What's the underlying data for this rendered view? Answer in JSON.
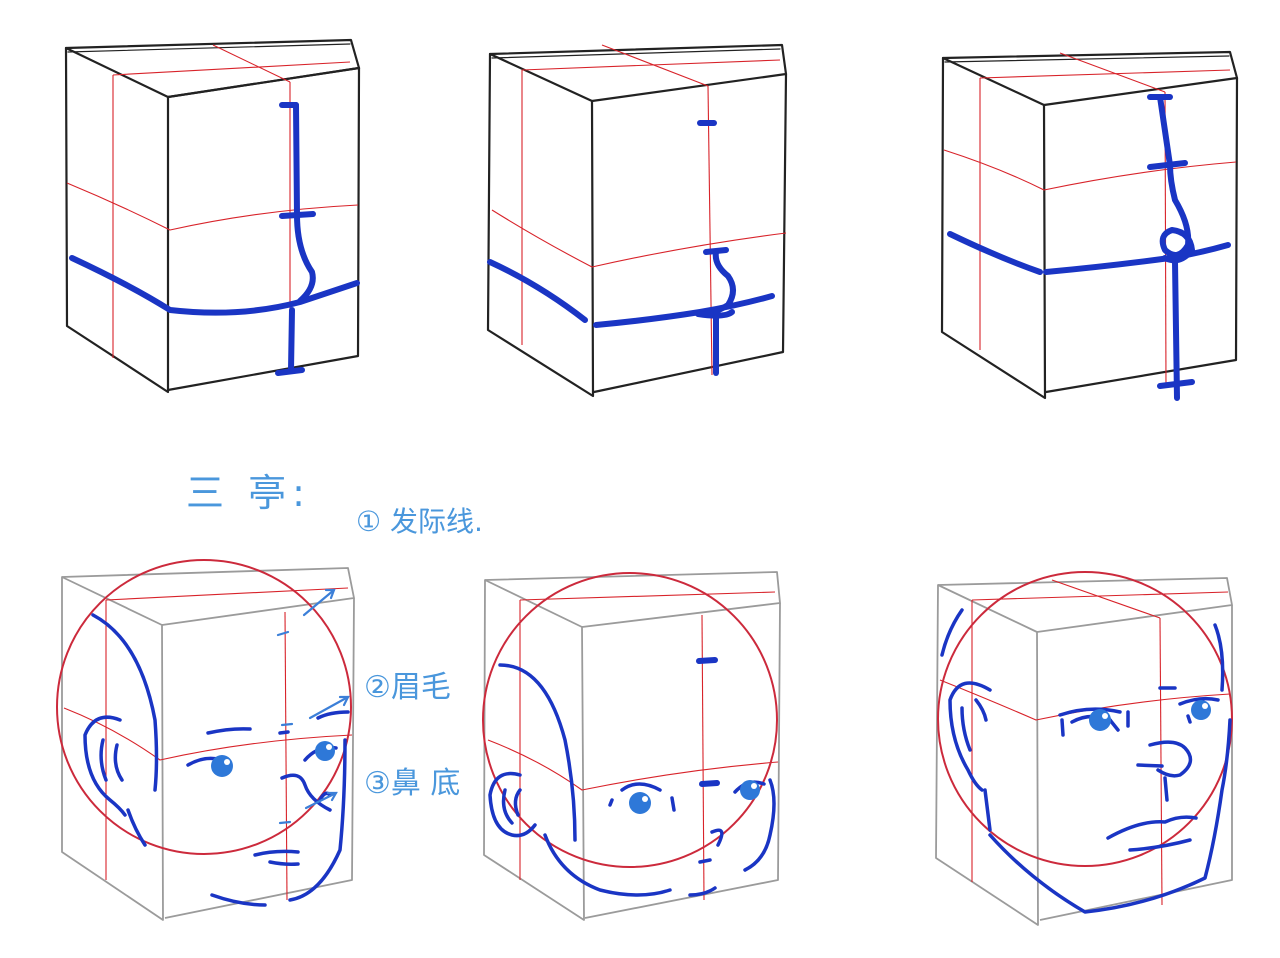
{
  "notes": {
    "title": "三 亭:",
    "step1": "① 发际线.",
    "step2": "②眉毛",
    "step3": "③鼻 底"
  },
  "colors": {
    "box_black": "#222222",
    "box_gray": "#9b9b9b",
    "guide_red": "#d8232a",
    "stroke_blue": "#1a35c4",
    "circle_red": "#cc2a3c",
    "note_blue": "#4a97dc",
    "eye_blue": "#2e78d8"
  },
  "figures": {
    "top_row": [
      "box-front-view",
      "box-tilted-down",
      "box-tilted-up"
    ],
    "bottom_row": [
      "head-front-view",
      "head-tilted-down",
      "head-tilted-up"
    ]
  }
}
